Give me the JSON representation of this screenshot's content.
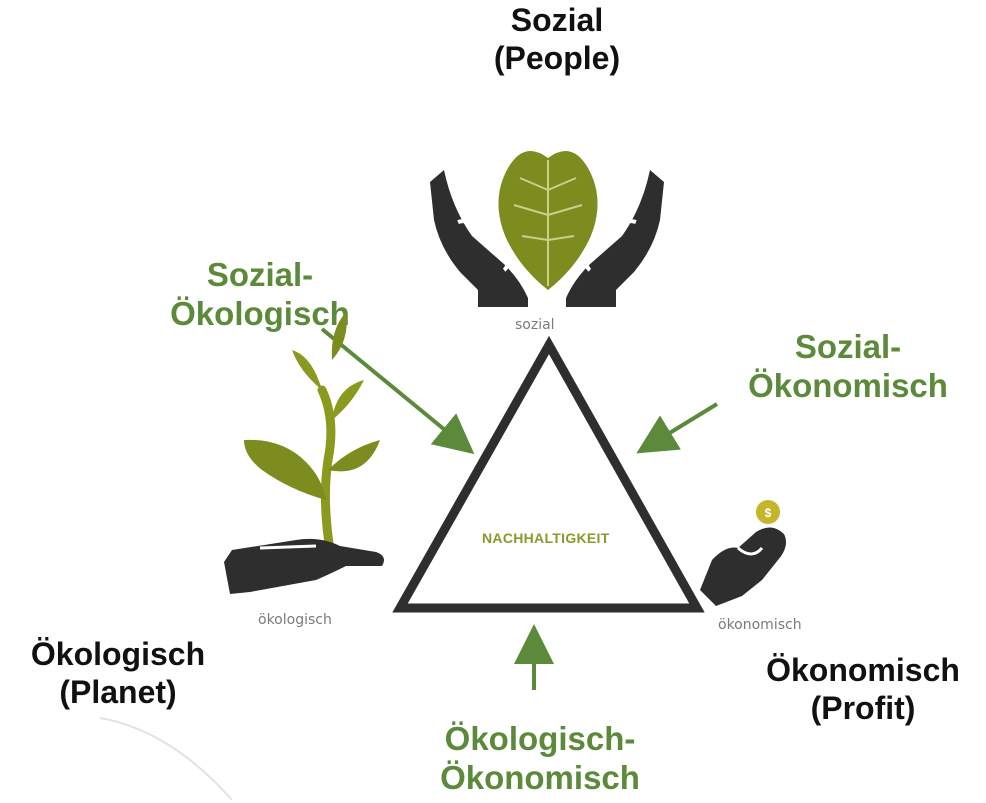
{
  "top": {
    "line1": "Sozial",
    "line2": "(People)"
  },
  "left": {
    "line1": "Ökologisch",
    "line2": "(Planet)"
  },
  "right": {
    "line1": "Ökonomisch",
    "line2": "(Profit)"
  },
  "green_top_left": {
    "line1": "Sozial-",
    "line2": "Ökologisch"
  },
  "green_top_right": {
    "line1": "Sozial-",
    "line2": "Ökonomisch"
  },
  "green_bottom": {
    "line1": "Ökologisch-",
    "line2": "Ökonomisch"
  },
  "small_labels": {
    "sozial": "sozial",
    "oekologisch": "ökologisch",
    "oekonomisch": "ökonomisch"
  },
  "center": "NACHHALTIGKEIT",
  "colors": {
    "green": "#5a8a3a",
    "olive": "#8a9a2a",
    "leaf": "#7d8c1e",
    "hand": "#2e2e2e",
    "text": "#111111"
  },
  "icons": [
    "hands-heart-leaf-icon",
    "hand-seedling-icon",
    "hand-coin-icon"
  ]
}
